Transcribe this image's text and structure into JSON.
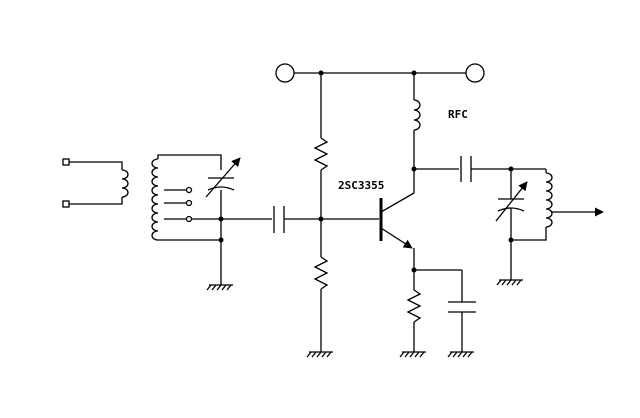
{
  "diagram": {
    "type": "rf-amplifier-schematic",
    "labels": {
      "rfc": "RFC",
      "transistor": "2SC3355"
    },
    "components": [
      {
        "name": "input-transformer",
        "kind": "coupled-coils"
      },
      {
        "name": "tuned-input-coil",
        "kind": "tapped-inductor",
        "taps": 3
      },
      {
        "name": "input-variable-capacitor",
        "kind": "variable-capacitor"
      },
      {
        "name": "coupling-capacitor-in",
        "kind": "capacitor"
      },
      {
        "name": "bias-resistor-top",
        "kind": "resistor"
      },
      {
        "name": "bias-resistor-bottom",
        "kind": "resistor"
      },
      {
        "name": "transistor",
        "kind": "npn-bjt"
      },
      {
        "name": "rfc-choke",
        "kind": "inductor"
      },
      {
        "name": "coupling-capacitor-out",
        "kind": "capacitor"
      },
      {
        "name": "output-variable-capacitor",
        "kind": "variable-capacitor"
      },
      {
        "name": "output-coil",
        "kind": "tapped-inductor"
      },
      {
        "name": "emitter-resistor",
        "kind": "resistor"
      },
      {
        "name": "emitter-bypass-capacitor",
        "kind": "capacitor"
      }
    ],
    "colors": {
      "line": "#000000",
      "background": "#ffffff"
    }
  }
}
